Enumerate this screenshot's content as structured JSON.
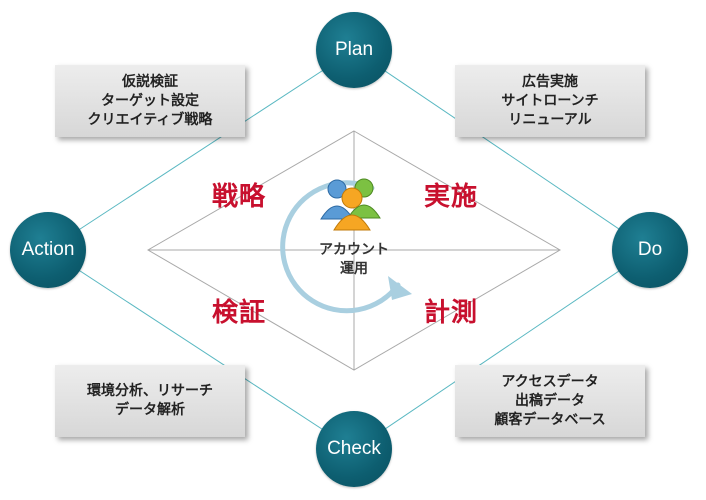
{
  "nodes": {
    "plan": "Plan",
    "do": "Do",
    "check": "Check",
    "action": "Action"
  },
  "boxes": {
    "top_left": [
      "仮説検証",
      "ターゲット設定",
      "クリエイティブ戦略"
    ],
    "top_right": [
      "広告実施",
      "サイトローンチ",
      "リニューアル"
    ],
    "bottom_left": [
      "環境分析、リサーチ",
      "データ解析"
    ],
    "bottom_right": [
      "アクセスデータ",
      "出稿データ",
      "顧客データベース"
    ]
  },
  "phases": {
    "strategy": "戦略",
    "implementation": "実施",
    "verification": "検証",
    "measurement": "計測"
  },
  "center": {
    "line1": "アカウント",
    "line2": "運用",
    "icon": "users-icon"
  },
  "colors": {
    "node": "#0d5e70",
    "phase_text": "#c8102e",
    "line": "#5ab8c2",
    "arrow": "#a9cfe0"
  }
}
